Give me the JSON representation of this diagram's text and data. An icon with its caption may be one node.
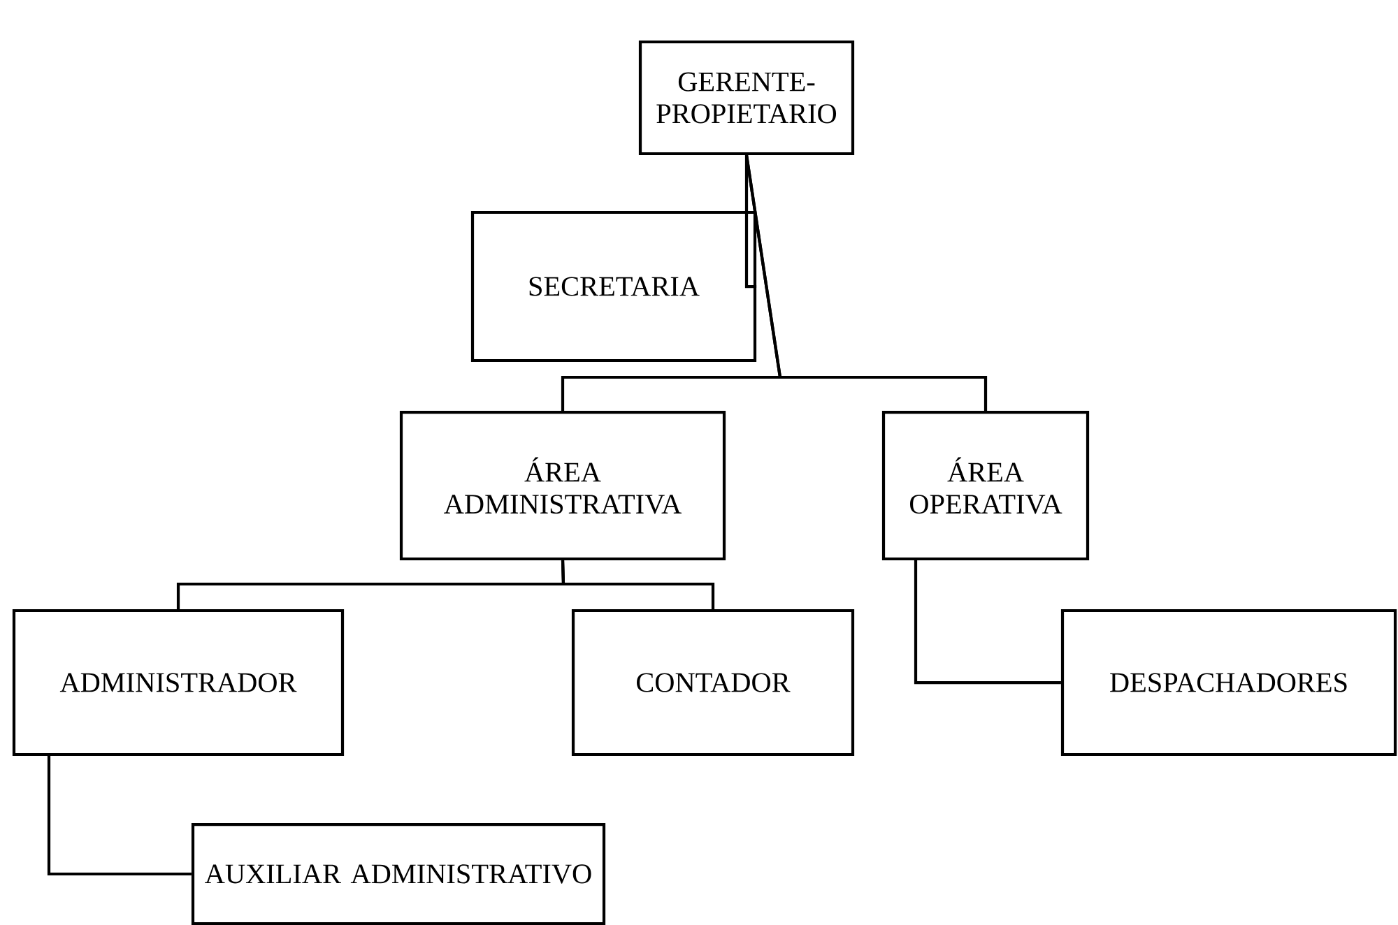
{
  "diagram": {
    "nodes": [
      {
        "text": [
          "GERENTE-PROPIETARIO"
        ]
      },
      {
        "text": [
          "SECRETARIA"
        ]
      },
      {
        "text": [
          "ÁREA ADMINISTRATIVA"
        ]
      },
      {
        "text": [
          "ÁREA OPERATIVA"
        ]
      },
      {
        "text": [
          "ADMINISTRADOR"
        ]
      },
      {
        "text": [
          "CONTADOR"
        ]
      },
      {
        "text": [
          "DESPACHADORES"
        ]
      },
      {
        "text": [
          "AUXILIAR ADMINISTRATIVO"
        ]
      }
    ],
    "edges": [
      {
        "from": 0,
        "to": 1,
        "arrow": "none"
      },
      {
        "from": 0,
        "to": 2,
        "arrow": "none"
      },
      {
        "from": 0,
        "to": 3,
        "arrow": "none"
      },
      {
        "from": 2,
        "to": 4,
        "arrow": "none"
      },
      {
        "from": 2,
        "to": 5,
        "arrow": "none"
      },
      {
        "from": 3,
        "to": 6,
        "arrow": "none"
      },
      {
        "from": 4,
        "to": 7,
        "arrow": "none"
      }
    ]
  }
}
